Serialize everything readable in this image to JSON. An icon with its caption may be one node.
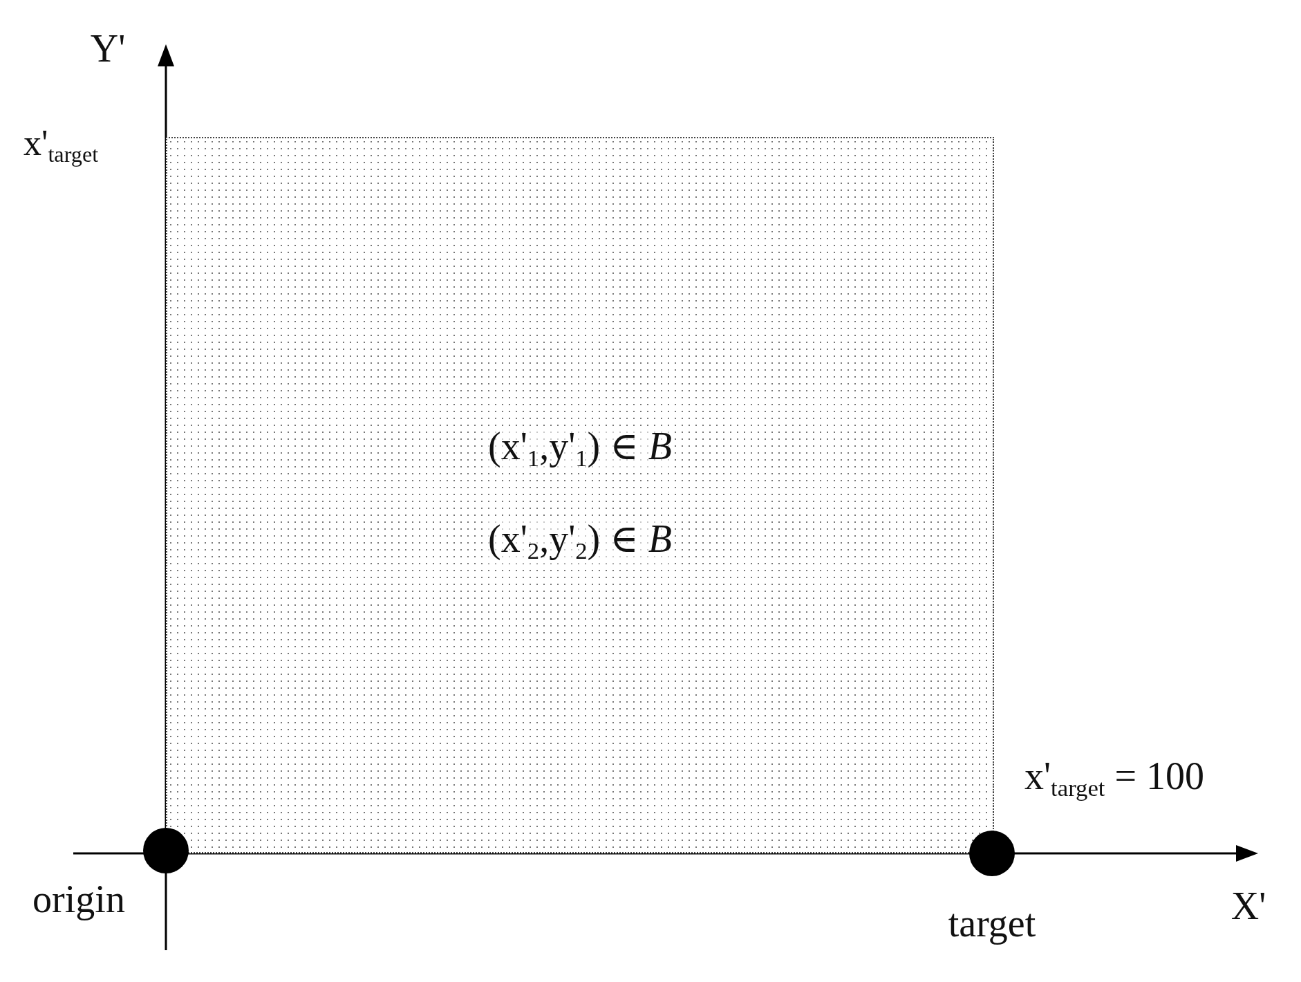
{
  "diagram": {
    "nodes": [
      {
        "text": [
          "(x'$_{1}$,y'$_{1}$) ∈ *B*",
          "(x'$_{2}$,y'$_{2}$) ∈ *B*"
        ]
      },
      {
        "text": [],
        "shape": "circle",
        "beside": [
          "origin"
        ]
      },
      {
        "text": [],
        "shape": "circle",
        "beside": [
          "target"
        ]
      }
    ],
    "labels": [
      "Y'",
      "x'$_{target}$",
      "x'$_{target}$ = 100",
      "X'"
    ]
  }
}
